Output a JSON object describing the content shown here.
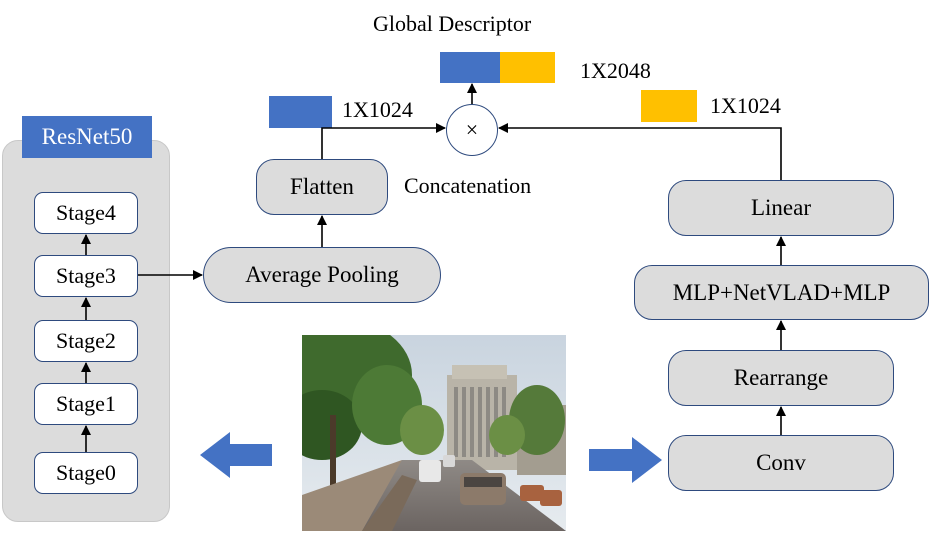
{
  "backbone": {
    "title": "ResNet50",
    "stages": [
      "Stage4",
      "Stage3",
      "Stage2",
      "Stage1",
      "Stage0"
    ]
  },
  "left_branch": {
    "pooling": "Average Pooling",
    "flatten": "Flatten",
    "dim": "1X1024"
  },
  "right_branch": {
    "conv": "Conv",
    "rearrange": "Rearrange",
    "mlp": "MLP+NetVLAD+MLP",
    "linear": "Linear",
    "dim": "1X1024"
  },
  "fusion": {
    "operator": "×",
    "label": "Concatenation",
    "output_title": "Global Descriptor",
    "output_dim": "1X2048"
  },
  "colors": {
    "blue": "#4472c4",
    "gold": "#ffc000",
    "panel": "#dcdcdc",
    "node_border": "#2e4a7e"
  }
}
